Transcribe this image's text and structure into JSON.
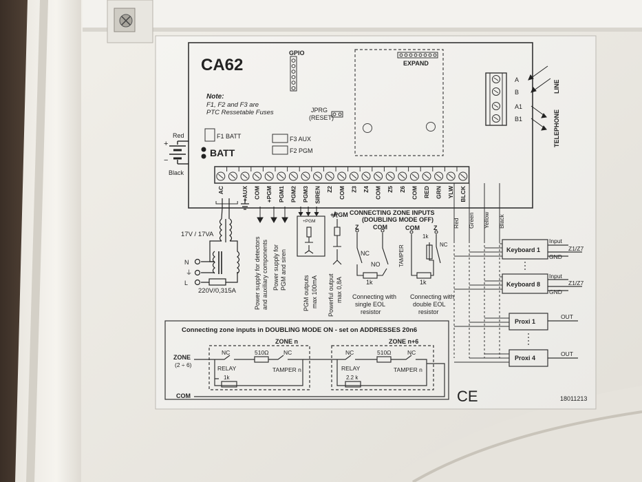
{
  "model": "CA62",
  "gpio": "GPIO",
  "expand": "EXPAND",
  "note": {
    "title": "Note:",
    "line1": "F1, F2 and F3 are",
    "line2": "PTC Ressetable Fuses"
  },
  "jumper": {
    "line1": "JPRG",
    "line2": "(RESET)"
  },
  "fuses": {
    "f1": "F1 BATT",
    "f3": "F3 AUX",
    "f2": "F2 PGM"
  },
  "battery": {
    "red": "Red",
    "label": "BATT",
    "black": "Black"
  },
  "phone_terminals": {
    "a": "A",
    "b": "B",
    "a1": "A1",
    "b1": "B1",
    "line": "LINE",
    "telephone": "TELEPHONE"
  },
  "terminals": [
    "AC",
    "",
    "+AUX",
    "COM",
    "+PGM",
    "PGM1",
    "PGM2",
    "PGM3",
    "SIREN",
    "Z2",
    "COM",
    "Z3",
    "Z4",
    "COM",
    "Z5",
    "Z6",
    "COM",
    "RED",
    "GRN",
    "YLW",
    "BLCK"
  ],
  "transformer": {
    "rating": "17V / 17VA",
    "n": "N",
    "l": "L",
    "fuse": "220V/0,315A"
  },
  "power_texts": {
    "aux_1": "Power  supply for detectors",
    "aux_2": "and auxiliary components",
    "pgm_1": "Power supply for",
    "pgm_2": "PGM and siren"
  },
  "pgm_outputs": {
    "box_label": "+PGM",
    "plus_pgm": "+PGM",
    "out_1": "PGM outputs",
    "out_2": "max 100mA",
    "pow_1": "Powerful output",
    "pow_2": "max 0,8A"
  },
  "zone_inputs": {
    "title1": "CONNECTING ZONE INPUTS",
    "title2": "(DOUBLING MODE OFF)",
    "z": "Z",
    "com": "COM",
    "nc": "NC",
    "no": "NO",
    "r1k": "1k",
    "tamper": "TAMPER",
    "single_1": "Connecting with",
    "single_2": "single EOL",
    "single_3": "resistor",
    "double_1": "Connecting with",
    "double_2": "double  EOL",
    "double_3": "resistor"
  },
  "bus_wires": [
    "Red",
    "Green",
    "Yellow",
    "Black"
  ],
  "modules": [
    {
      "name": "Keyboard 1",
      "in": "Input",
      "zone": "Z1/Z7",
      "gnd": "GND"
    },
    {
      "name": "Keyboard 8",
      "in": "Input",
      "zone": "Z1/Z7",
      "gnd": "GND"
    },
    {
      "name": "Proxi 1",
      "out": "OUT"
    },
    {
      "name": "Proxi 4",
      "out": "OUT"
    }
  ],
  "doubling": {
    "title": "Connecting  zone inputs in DOUBLING MODE ON - set on ADDRESSES 20n6",
    "zone_label": "ZONE",
    "zone_range": "(2 ÷ 6)",
    "com": "COM",
    "zone_n": "ZONE n",
    "zone_n6": "ZONE n+6",
    "nc": "NC",
    "r510": "510Ω",
    "relay": "RELAY",
    "r1k": "1k",
    "r22k": "2.2 k",
    "tamper_n": "TAMPER n"
  },
  "ce": "CE",
  "serial": "18011213"
}
